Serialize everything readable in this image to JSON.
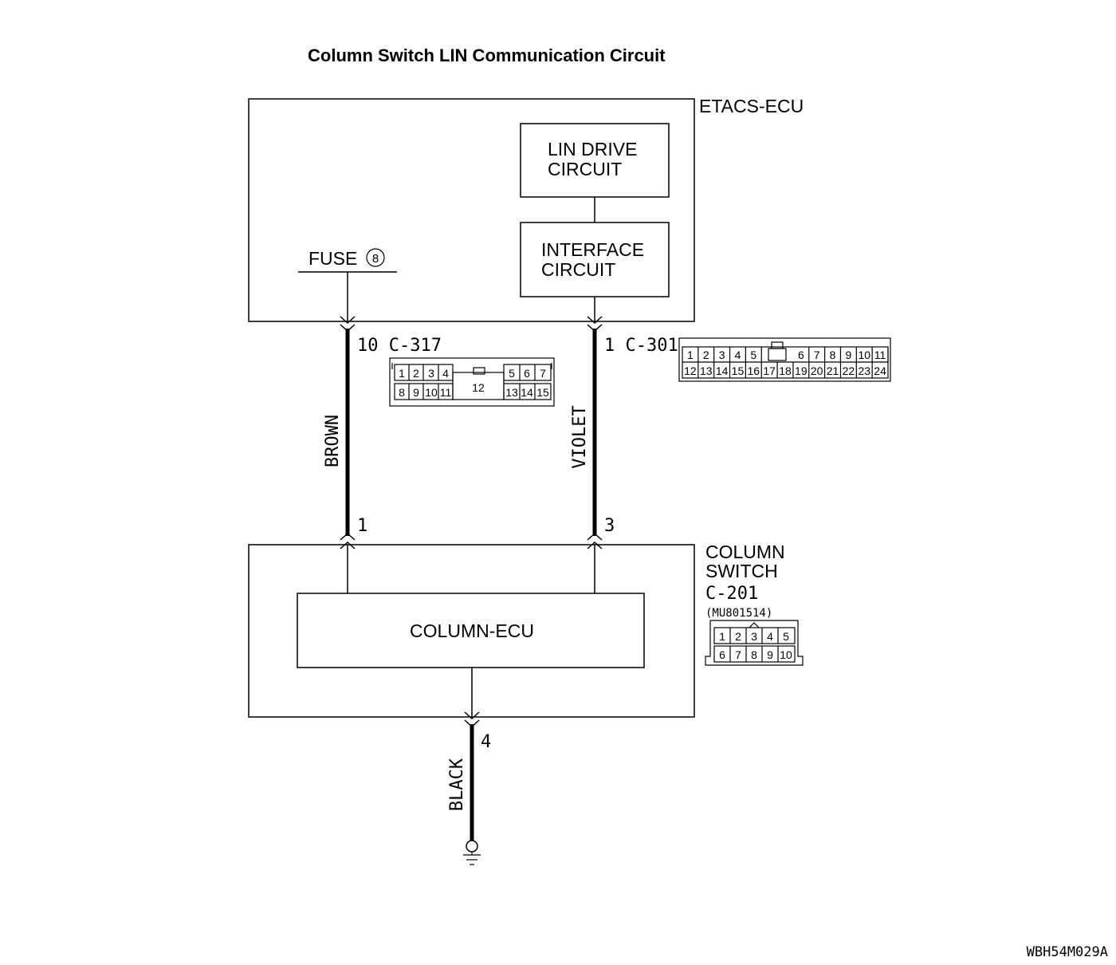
{
  "title": "Column Switch LIN Communication Circuit",
  "footer_code": "WBH54M029A",
  "etacs": {
    "label": "ETACS-ECU",
    "lin_drive": [
      "LIN DRIVE",
      "CIRCUIT"
    ],
    "interface": [
      "INTERFACE",
      "CIRCUIT"
    ],
    "fuse_label": "FUSE",
    "fuse_number": "8"
  },
  "connectors": {
    "c317": {
      "ref": "10 C-317",
      "top_left": [
        "1",
        "2",
        "3",
        "4"
      ],
      "top_right": [
        "5",
        "6",
        "7"
      ],
      "bottom_left": [
        "8",
        "9",
        "10",
        "11"
      ],
      "bottom_right": [
        "13",
        "14",
        "15"
      ],
      "center": "12"
    },
    "c301": {
      "ref": "1 C-301",
      "top_left": [
        "1",
        "2",
        "3",
        "4",
        "5"
      ],
      "top_right": [
        "6",
        "7",
        "8",
        "9",
        "10",
        "11"
      ],
      "bottom": [
        "12",
        "13",
        "14",
        "15",
        "16",
        "17",
        "18",
        "19",
        "20",
        "21",
        "22",
        "23",
        "24"
      ]
    },
    "c201": {
      "part": "(MU801514)",
      "top": [
        "1",
        "2",
        "3",
        "4",
        "5"
      ],
      "bottom": [
        "6",
        "7",
        "8",
        "9",
        "10"
      ]
    }
  },
  "wires": {
    "brown": "BROWN",
    "violet": "VIOLET",
    "black": "BLACK",
    "pin_brown_bottom": "1",
    "pin_violet_bottom": "3",
    "pin_black": "4"
  },
  "column_switch": {
    "label": [
      "COLUMN",
      "SWITCH",
      "C-201"
    ],
    "ecu": "COLUMN-ECU"
  }
}
